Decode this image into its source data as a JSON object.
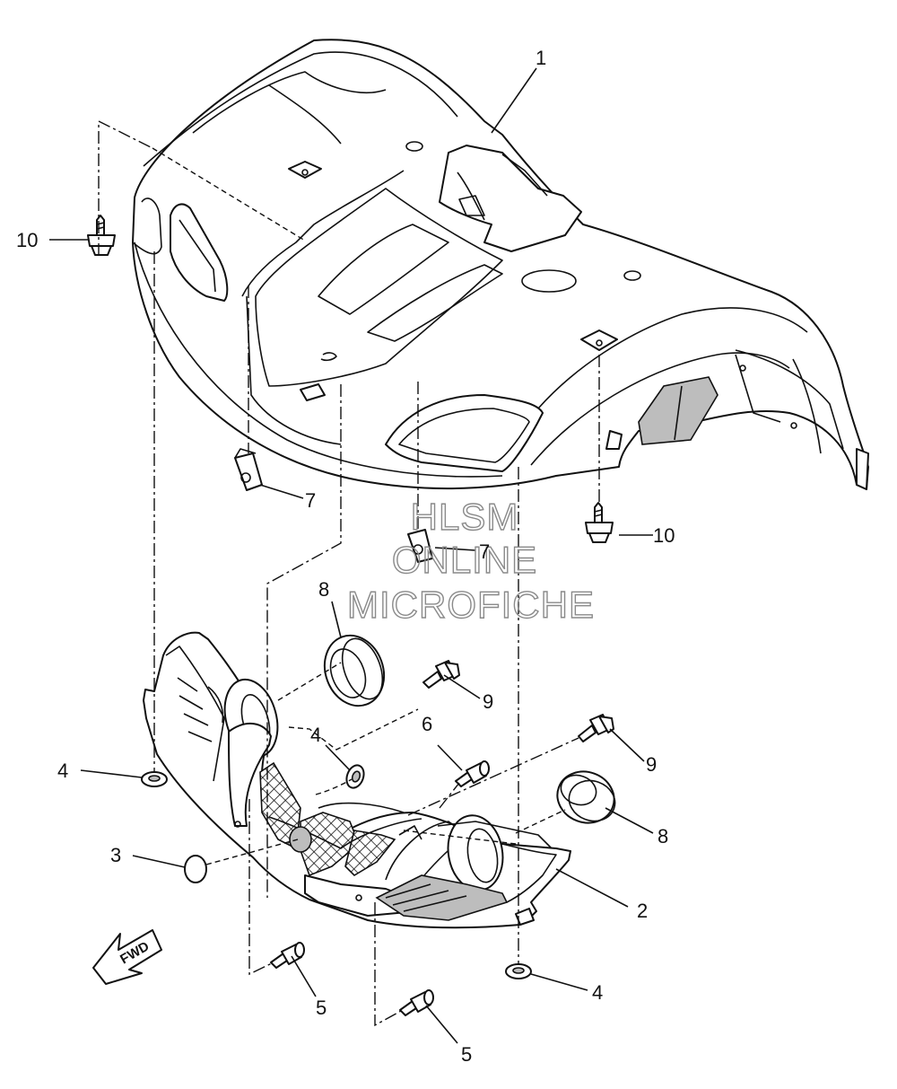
{
  "watermark": {
    "line1": "HLSM",
    "line2": "ONLINE",
    "line3": "MICROFICHE"
  },
  "fwd_label": "FWD",
  "callouts": {
    "c1": "1",
    "c2": "2",
    "c3": "3",
    "c4a": "4",
    "c4b": "4",
    "c4c": "4",
    "c5a": "5",
    "c5b": "5",
    "c6": "6",
    "c7a": "7",
    "c7b": "7",
    "c8a": "8",
    "c8b": "8",
    "c9a": "9",
    "c9b": "9",
    "c10a": "10",
    "c10b": "10"
  },
  "icons": {
    "direction": "fwd-arrow-icon"
  }
}
